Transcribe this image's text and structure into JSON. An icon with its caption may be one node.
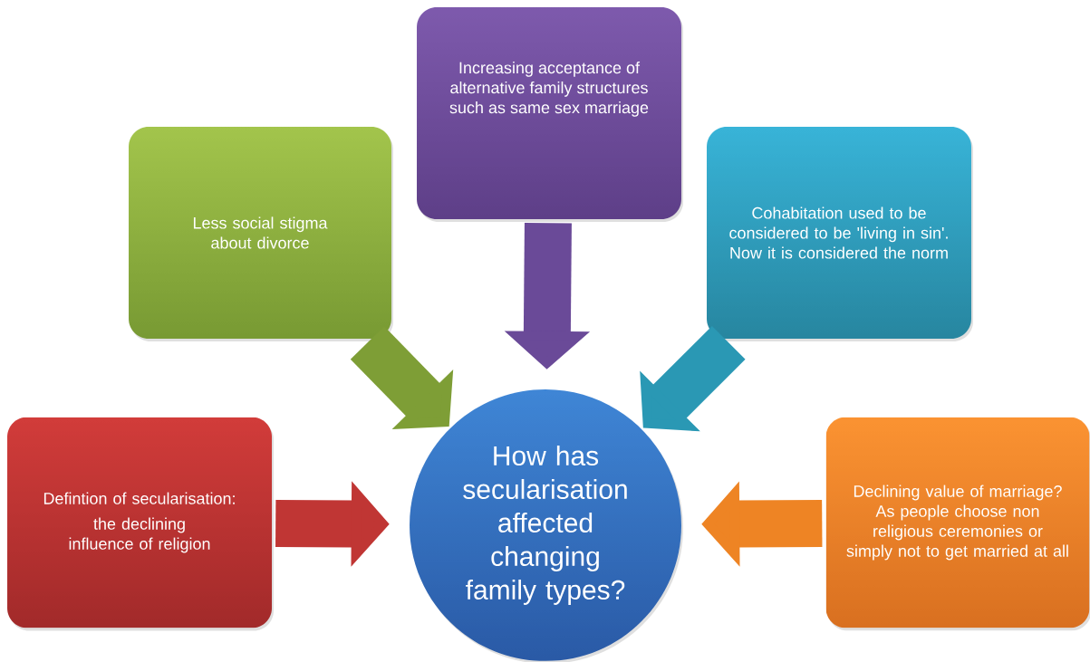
{
  "diagram": {
    "nodes": [
      {
        "text": [
          "Increasing acceptance of alternative family structures such as same sex marriage"
        ]
      },
      {
        "text": [
          "Less social stigma about divorce"
        ]
      },
      {
        "text": [
          "Cohabitation used to be considered to be 'living in sin'. Now it is considered the norm"
        ]
      },
      {
        "text": [
          "Defintion of secularisation:",
          "the declining influence of religion"
        ]
      },
      {
        "text": [
          "How has secularisation affected changing family types?"
        ]
      },
      {
        "text": [
          "Declining value of marriage? As people choose non religious ceremonies or simply not to get married at all"
        ]
      }
    ],
    "edges": [
      {
        "from": 0,
        "to": 4,
        "arrow": "to",
        "color": "#6a4a98"
      },
      {
        "from": 1,
        "to": 4,
        "arrow": "to",
        "color": "#7e9e36"
      },
      {
        "from": 2,
        "to": 4,
        "arrow": "to",
        "color": "#2a98b4"
      },
      {
        "from": 3,
        "to": 4,
        "arrow": "to",
        "color": "#c03634"
      },
      {
        "from": 5,
        "to": 4,
        "arrow": "to",
        "color": "#ee8424"
      }
    ]
  }
}
